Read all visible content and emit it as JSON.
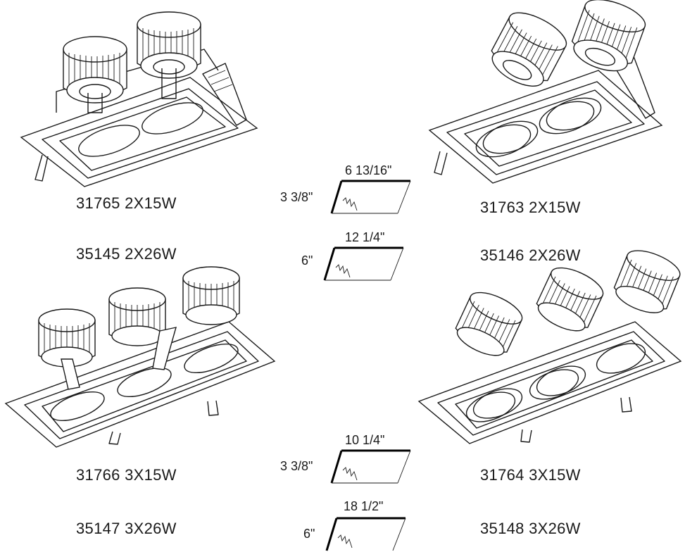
{
  "products": [
    {
      "code_a": "31765 2X15W",
      "code_b": "35145 2X26W"
    },
    {
      "code_a": "31763 2X15W",
      "code_b": "35146 2X26W"
    },
    {
      "code_a": "31766 3X15W",
      "code_b": "35147 3X26W"
    },
    {
      "code_a": "31764 3X15W",
      "code_b": "35148 3X26W"
    }
  ],
  "cutouts": [
    {
      "length": "6 13/16\"",
      "height": "3 3/8\""
    },
    {
      "length": "12 1/4\"",
      "height": "6\""
    },
    {
      "length": "10 1/4\"",
      "height": "3 3/8\""
    },
    {
      "length": "18 1/2\"",
      "height": "6\""
    }
  ]
}
